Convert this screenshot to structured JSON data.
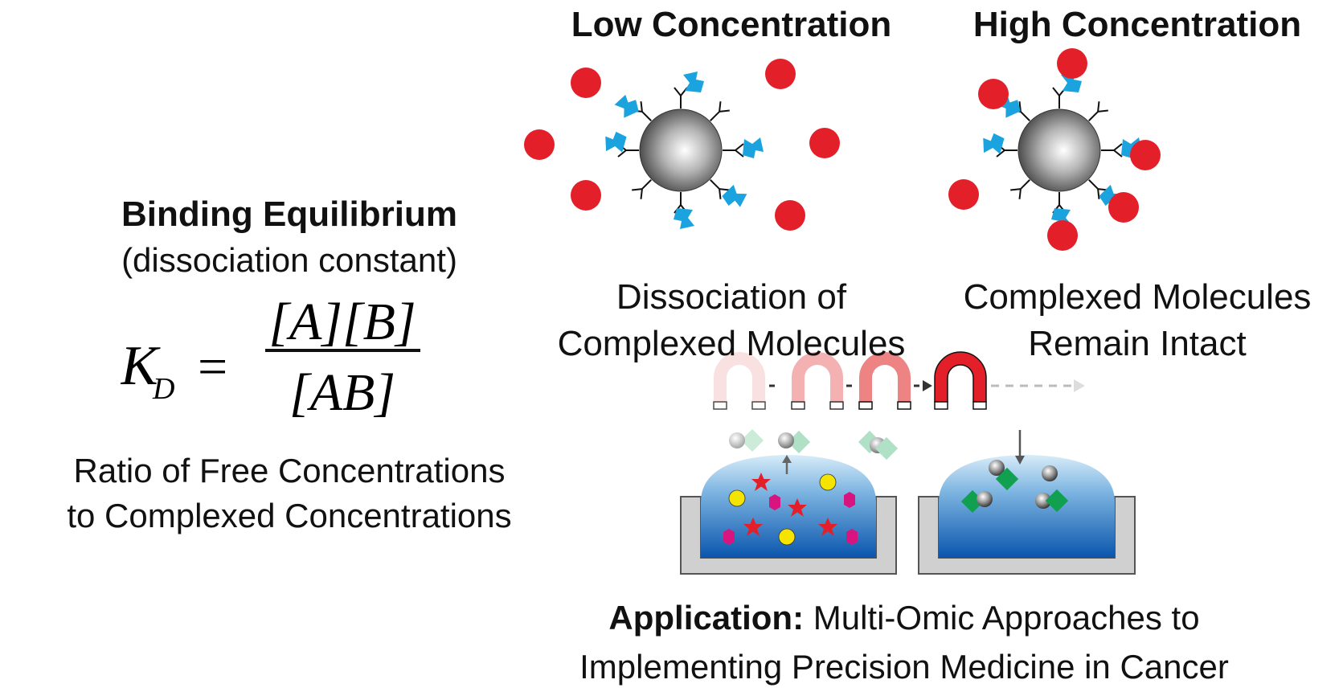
{
  "binding": {
    "title": "Binding Equilibrium",
    "subtitle": "(dissociation constant)",
    "equation": {
      "lhs": "K",
      "lhs_sub": "D",
      "equals": "=",
      "numerator": "[A][B]",
      "denominator": "[AB]"
    },
    "ratio_line1": "Ratio of Free Concentrations",
    "ratio_line2": "to Complexed Concentrations"
  },
  "panels": {
    "low": {
      "title": "Low Concentration",
      "caption_line1": "Dissociation of",
      "caption_line2": "Complexed Molecules"
    },
    "high": {
      "title": "High Concentration",
      "caption_line1": "Complexed Molecules",
      "caption_line2": "Remain Intact"
    }
  },
  "application": {
    "label": "Application:",
    "line1_rest": " Multi-Omic Approaches to",
    "line2": "Implementing Precision Medicine in Cancer"
  },
  "colors": {
    "target_molecule": "#e3202a",
    "capture_ligand": "#1aa3de",
    "bead": "#8c8c8c",
    "magnet_active": "#e3202a",
    "liquid_top": "#cfe7f7",
    "liquid_bottom": "#0a58b0",
    "star": "#e3202a",
    "yellow_particle": "#f5e400",
    "magenta_hexagon": "#d8147f",
    "green_diamond": "#10a050"
  }
}
